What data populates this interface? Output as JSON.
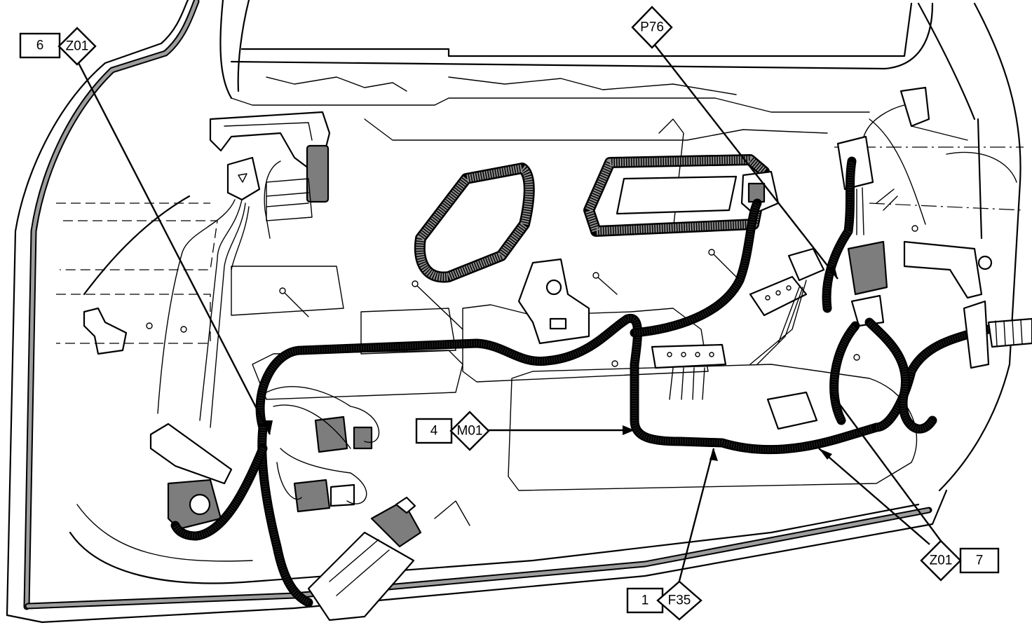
{
  "callouts": [
    {
      "number": "6",
      "code": "Z01"
    },
    {
      "number": "",
      "code": "P76"
    },
    {
      "number": "4",
      "code": "M01"
    },
    {
      "number": "1",
      "code": "F35"
    },
    {
      "number": "7",
      "code": "Z01"
    }
  ]
}
